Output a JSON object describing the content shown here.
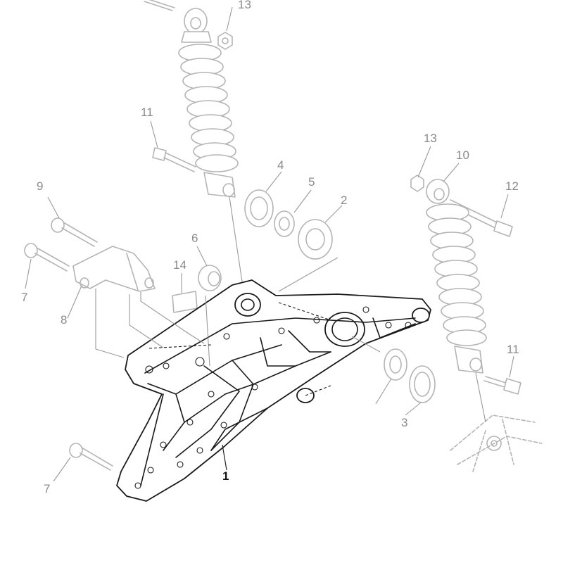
{
  "diagram": {
    "callouts": {
      "bracket": "1",
      "bearing_2": "2",
      "oil_seal_3": "3",
      "oil_seal_4": "4",
      "collar_5": "5",
      "collar_6": "6",
      "bolt_7_upper": "7",
      "bolt_7_lower": "7",
      "plate_8": "8",
      "bolt_9": "9",
      "shock_10": "10",
      "bolt_11_left": "11",
      "bolt_11_right": "11",
      "bolt_12": "12",
      "nut_13_left": "13",
      "nut_13_right": "13",
      "label_14": "14"
    }
  }
}
